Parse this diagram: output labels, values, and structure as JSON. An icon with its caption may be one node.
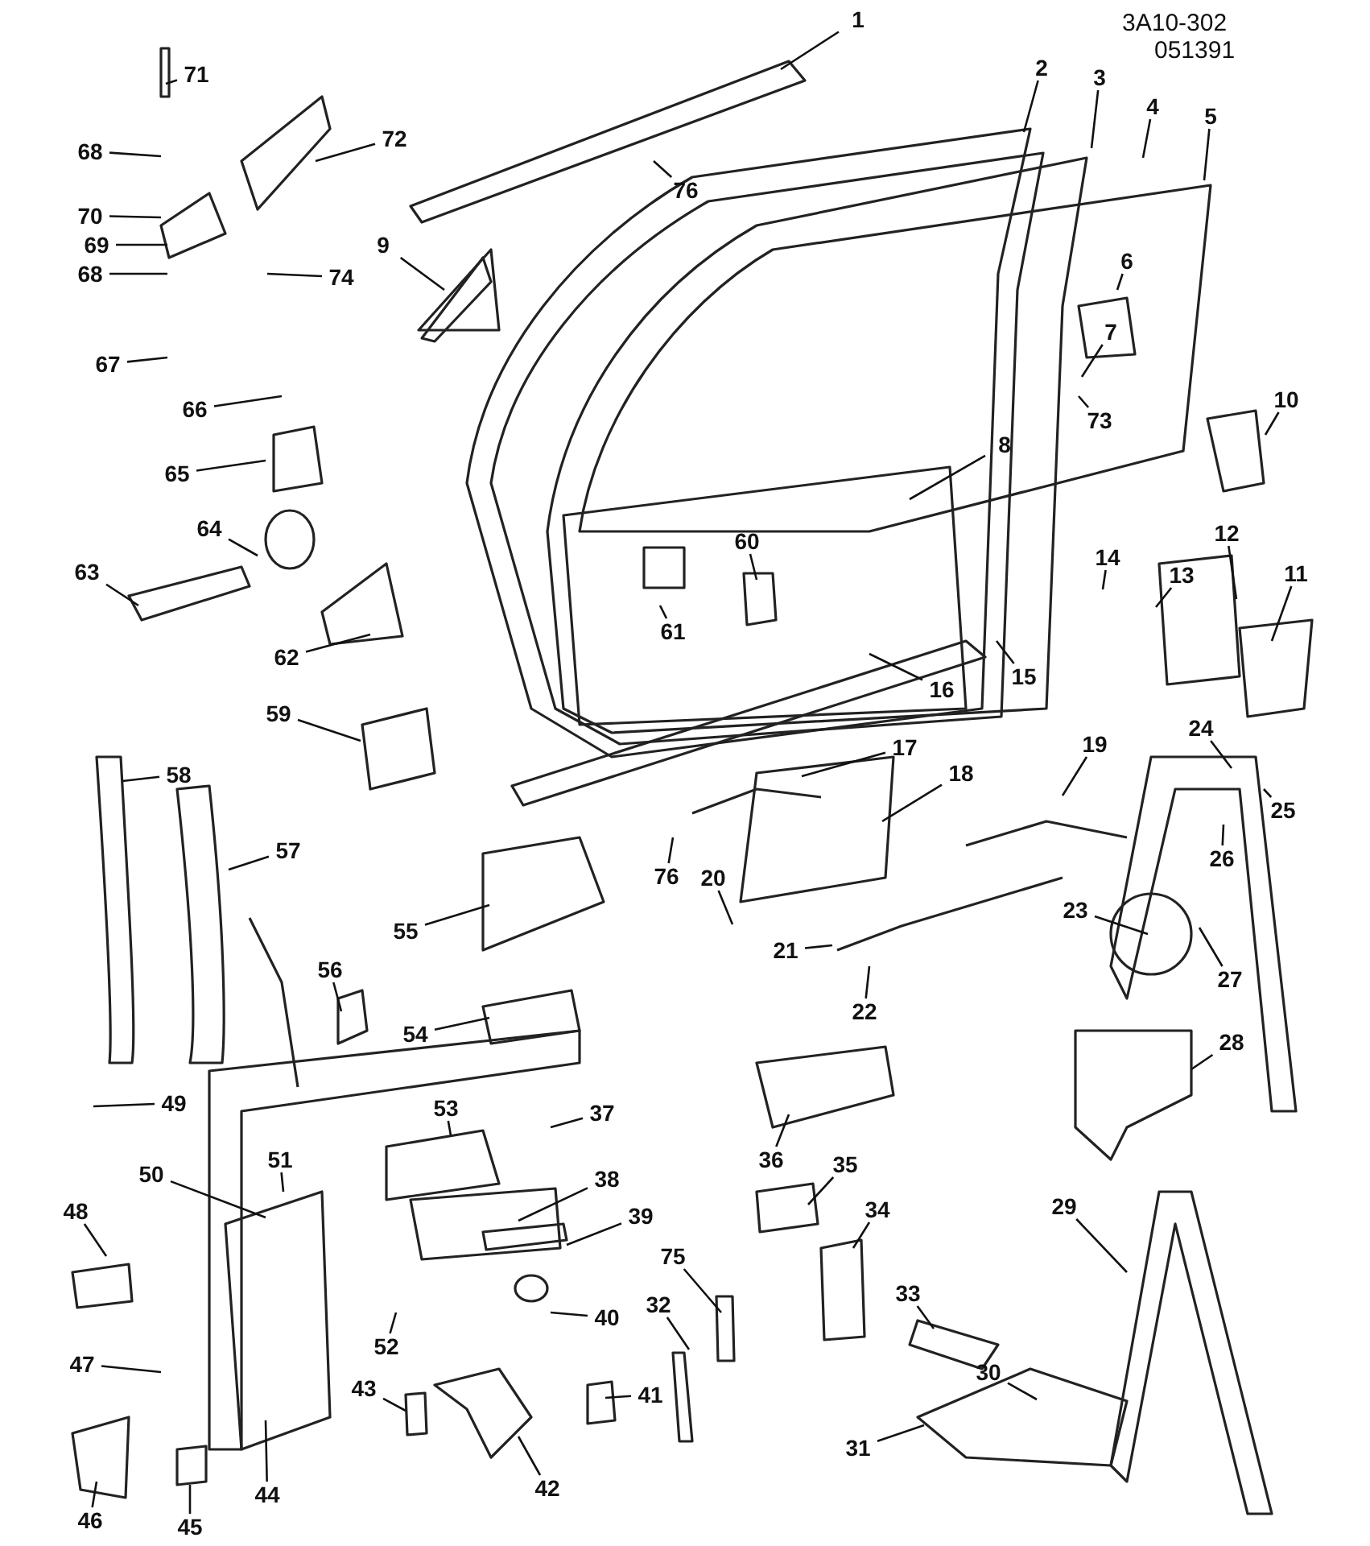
{
  "diagram": {
    "nodes": [
      {
        "text": [
          "1"
        ]
      },
      {
        "text": [
          "2"
        ]
      },
      {
        "text": [
          "3"
        ]
      },
      {
        "text": [
          "4"
        ]
      },
      {
        "text": [
          "5"
        ]
      },
      {
        "text": [
          "6"
        ]
      },
      {
        "text": [
          "7"
        ]
      },
      {
        "text": [
          "8"
        ]
      },
      {
        "text": [
          "9"
        ]
      },
      {
        "text": [
          "10"
        ]
      },
      {
        "text": [
          "11"
        ]
      },
      {
        "text": [
          "12"
        ]
      },
      {
        "text": [
          "13"
        ]
      },
      {
        "text": [
          "14"
        ]
      },
      {
        "text": [
          "15"
        ]
      },
      {
        "text": [
          "16"
        ]
      },
      {
        "text": [
          "17"
        ]
      },
      {
        "text": [
          "18"
        ]
      },
      {
        "text": [
          "19"
        ]
      },
      {
        "text": [
          "20"
        ]
      },
      {
        "text": [
          "21"
        ]
      },
      {
        "text": [
          "22"
        ]
      },
      {
        "text": [
          "23"
        ]
      },
      {
        "text": [
          "24"
        ]
      },
      {
        "text": [
          "25"
        ]
      },
      {
        "text": [
          "26"
        ]
      },
      {
        "text": [
          "27"
        ]
      },
      {
        "text": [
          "28"
        ]
      },
      {
        "text": [
          "29"
        ]
      },
      {
        "text": [
          "30"
        ]
      },
      {
        "text": [
          "31"
        ]
      },
      {
        "text": [
          "32"
        ]
      },
      {
        "text": [
          "33"
        ]
      },
      {
        "text": [
          "34"
        ]
      },
      {
        "text": [
          "35"
        ]
      },
      {
        "text": [
          "36"
        ]
      },
      {
        "text": [
          "37"
        ]
      },
      {
        "text": [
          "38"
        ]
      },
      {
        "text": [
          "39"
        ]
      },
      {
        "text": [
          "40"
        ]
      },
      {
        "text": [
          "41"
        ]
      },
      {
        "text": [
          "42"
        ]
      },
      {
        "text": [
          "43"
        ]
      },
      {
        "text": [
          "44"
        ]
      },
      {
        "text": [
          "45"
        ]
      },
      {
        "text": [
          "46"
        ]
      },
      {
        "text": [
          "47"
        ]
      },
      {
        "text": [
          "48"
        ]
      },
      {
        "text": [
          "49"
        ]
      },
      {
        "text": [
          "50"
        ]
      },
      {
        "text": [
          "51"
        ]
      },
      {
        "text": [
          "52"
        ]
      },
      {
        "text": [
          "53"
        ]
      },
      {
        "text": [
          "54"
        ]
      },
      {
        "text": [
          "55"
        ]
      },
      {
        "text": [
          "56"
        ]
      },
      {
        "text": [
          "57"
        ]
      },
      {
        "text": [
          "58"
        ]
      },
      {
        "text": [
          "59"
        ]
      },
      {
        "text": [
          "60"
        ]
      },
      {
        "text": [
          "61"
        ]
      },
      {
        "text": [
          "62"
        ]
      },
      {
        "text": [
          "63"
        ]
      },
      {
        "text": [
          "64"
        ]
      },
      {
        "text": [
          "65"
        ]
      },
      {
        "text": [
          "66"
        ]
      },
      {
        "text": [
          "67"
        ]
      },
      {
        "text": [
          "68"
        ]
      },
      {
        "text": [
          "68"
        ]
      },
      {
        "text": [
          "69"
        ]
      },
      {
        "text": [
          "70"
        ]
      },
      {
        "text": [
          "71"
        ]
      },
      {
        "text": [
          "72"
        ]
      },
      {
        "text": [
          "73"
        ]
      },
      {
        "text": [
          "74"
        ]
      },
      {
        "text": [
          "75"
        ]
      },
      {
        "text": [
          "76"
        ]
      },
      {
        "text": [
          "76"
        ]
      }
    ],
    "edges": [
      {
        "from": 0,
        "to": null,
        "arrow": "none"
      },
      {
        "from": 1,
        "to": null,
        "arrow": "none"
      },
      {
        "from": 2,
        "to": null,
        "arrow": "none"
      },
      {
        "from": 3,
        "to": null,
        "arrow": "none"
      },
      {
        "from": 4,
        "to": null,
        "arrow": "none"
      },
      {
        "from": 5,
        "to": null,
        "arrow": "none"
      },
      {
        "from": 6,
        "to": null,
        "arrow": "none"
      },
      {
        "from": 7,
        "to": null,
        "arrow": "none"
      },
      {
        "from": 8,
        "to": null,
        "arrow": "none"
      },
      {
        "from": 9,
        "to": null,
        "arrow": "none"
      },
      {
        "from": 10,
        "to": null,
        "arrow": "none"
      },
      {
        "from": 11,
        "to": null,
        "arrow": "none"
      },
      {
        "from": 12,
        "to": null,
        "arrow": "none"
      },
      {
        "from": 13,
        "to": null,
        "arrow": "none"
      },
      {
        "from": 14,
        "to": null,
        "arrow": "none"
      },
      {
        "from": 15,
        "to": null,
        "arrow": "none"
      },
      {
        "from": 16,
        "to": null,
        "arrow": "none"
      },
      {
        "from": 17,
        "to": null,
        "arrow": "none"
      },
      {
        "from": 18,
        "to": null,
        "arrow": "none"
      },
      {
        "from": 19,
        "to": null,
        "arrow": "none"
      },
      {
        "from": 20,
        "to": null,
        "arrow": "none"
      },
      {
        "from": 21,
        "to": null,
        "arrow": "none"
      },
      {
        "from": 22,
        "to": null,
        "arrow": "none"
      },
      {
        "from": 23,
        "to": null,
        "arrow": "none"
      },
      {
        "from": 24,
        "to": null,
        "arrow": "none"
      },
      {
        "from": 25,
        "to": null,
        "arrow": "none"
      },
      {
        "from": 26,
        "to": null,
        "arrow": "none"
      },
      {
        "from": 27,
        "to": null,
        "arrow": "none"
      },
      {
        "from": 28,
        "to": null,
        "arrow": "none"
      },
      {
        "from": 29,
        "to": null,
        "arrow": "none"
      },
      {
        "from": 30,
        "to": null,
        "arrow": "none"
      },
      {
        "from": 31,
        "to": null,
        "arrow": "none"
      },
      {
        "from": 32,
        "to": null,
        "arrow": "none"
      },
      {
        "from": 33,
        "to": null,
        "arrow": "none"
      },
      {
        "from": 34,
        "to": null,
        "arrow": "none"
      },
      {
        "from": 35,
        "to": null,
        "arrow": "none"
      },
      {
        "from": 36,
        "to": null,
        "arrow": "none"
      },
      {
        "from": 37,
        "to": null,
        "arrow": "none"
      },
      {
        "from": 38,
        "to": null,
        "arrow": "none"
      },
      {
        "from": 39,
        "to": null,
        "arrow": "none"
      },
      {
        "from": 40,
        "to": null,
        "arrow": "none"
      },
      {
        "from": 41,
        "to": null,
        "arrow": "none"
      },
      {
        "from": 42,
        "to": null,
        "arrow": "none"
      },
      {
        "from": 43,
        "to": null,
        "arrow": "none"
      },
      {
        "from": 44,
        "to": null,
        "arrow": "none"
      },
      {
        "from": 45,
        "to": null,
        "arrow": "none"
      },
      {
        "from": 46,
        "to": null,
        "arrow": "none"
      },
      {
        "from": 47,
        "to": null,
        "arrow": "none"
      },
      {
        "from": 48,
        "to": null,
        "arrow": "none"
      },
      {
        "from": 49,
        "to": null,
        "arrow": "none"
      },
      {
        "from": 50,
        "to": null,
        "arrow": "none"
      },
      {
        "from": 51,
        "to": null,
        "arrow": "none"
      },
      {
        "from": 52,
        "to": null,
        "arrow": "none"
      },
      {
        "from": 53,
        "to": null,
        "arrow": "none"
      },
      {
        "from": 54,
        "to": null,
        "arrow": "none"
      },
      {
        "from": 55,
        "to": null,
        "arrow": "none"
      },
      {
        "from": 56,
        "to": null,
        "arrow": "none"
      },
      {
        "from": 57,
        "to": null,
        "arrow": "none"
      },
      {
        "from": 58,
        "to": null,
        "arrow": "none"
      },
      {
        "from": 59,
        "to": null,
        "arrow": "none"
      },
      {
        "from": 60,
        "to": null,
        "arrow": "none"
      },
      {
        "from": 61,
        "to": null,
        "arrow": "none"
      },
      {
        "from": 62,
        "to": null,
        "arrow": "none"
      },
      {
        "from": 63,
        "to": null,
        "arrow": "none"
      },
      {
        "from": 64,
        "to": null,
        "arrow": "none"
      },
      {
        "from": 65,
        "to": null,
        "arrow": "none"
      },
      {
        "from": 66,
        "to": null,
        "arrow": "none"
      },
      {
        "from": 67,
        "to": null,
        "arrow": "none"
      },
      {
        "from": 68,
        "to": null,
        "arrow": "none"
      },
      {
        "from": 69,
        "to": null,
        "arrow": "none"
      },
      {
        "from": 70,
        "to": null,
        "arrow": "none"
      },
      {
        "from": 71,
        "to": null,
        "arrow": "none"
      },
      {
        "from": 72,
        "to": null,
        "arrow": "none"
      },
      {
        "from": 73,
        "to": null,
        "arrow": "none"
      },
      {
        "from": 74,
        "to": null,
        "arrow": "none"
      },
      {
        "from": 75,
        "to": null,
        "arrow": "none"
      },
      {
        "from": 76,
        "to": null,
        "arrow": "none"
      },
      {
        "from": 77,
        "to": null,
        "arrow": "none"
      }
    ],
    "labels": [
      "3A10-302",
      "051391"
    ]
  }
}
